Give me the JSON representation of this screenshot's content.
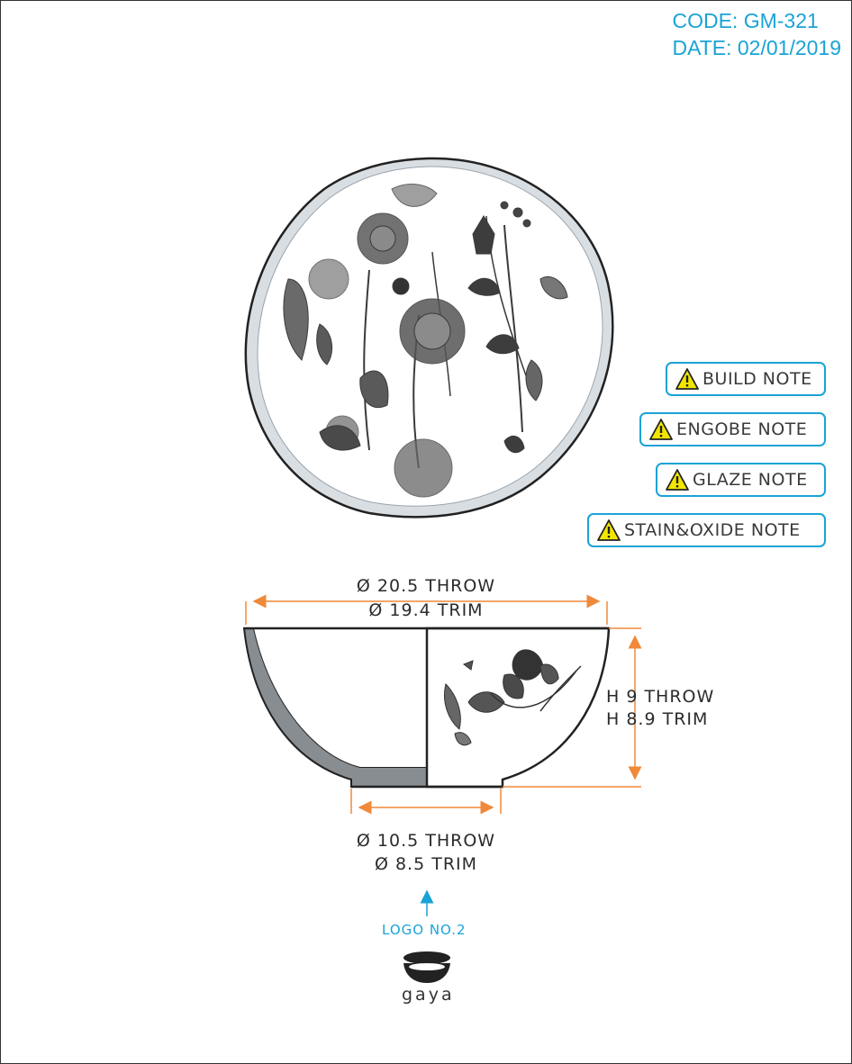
{
  "header": {
    "code": "CODE: GM-321",
    "date": "DATE: 02/01/2019"
  },
  "notes": [
    {
      "label": "BUILD NOTE",
      "icon": "warning-icon"
    },
    {
      "label": "ENGOBE NOTE",
      "icon": "warning-icon"
    },
    {
      "label": "GLAZE NOTE",
      "icon": "warning-icon"
    },
    {
      "label": "STAIN&OXIDE NOTE",
      "icon": "warning-icon"
    }
  ],
  "dimensions": {
    "diameter_throw": "Ø 20.5 THROW",
    "diameter_trim": "Ø 19.4 TRIM",
    "height_throw": "H 9 THROW",
    "height_trim": "H 8.9 TRIM",
    "foot_throw": "Ø 10.5 THROW",
    "foot_trim": "Ø 8.5 TRIM"
  },
  "logo": {
    "label": "LOGO NO.2",
    "brand": "gaya"
  },
  "colors": {
    "accent": "#1aa3d6",
    "dimension": "#f0893a",
    "warning": "#f2e600"
  }
}
